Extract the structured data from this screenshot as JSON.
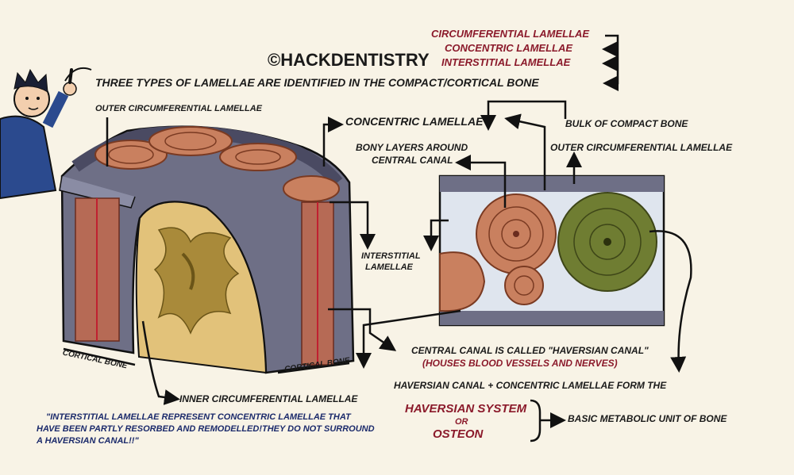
{
  "watermark": "©HACKDENTISTRY",
  "header": {
    "types": [
      "CIRCUMFERENTIAL LAMELLAE",
      "CONCENTRIC LAMELLAE",
      "INTERSTITIAL LAMELLAE"
    ],
    "intro": "THREE TYPES OF LAMELLAE ARE IDENTIFIED IN THE COMPACT/CORTICAL BONE"
  },
  "left_diagram": {
    "outer_circ": "OUTER CIRCUMFERENTIAL LAMELLAE",
    "cortical_left": "CORTICAL BONE",
    "cortical_right": "CORTICAL BONE",
    "inner_circ": "INNER CIRCUMFERENTIAL LAMELLAE"
  },
  "right_diagram": {
    "concentric": "CONCENTRIC LAMELLAE",
    "bulk": "BULK OF COMPACT BONE",
    "bony_layers_1": "BONY LAYERS AROUND",
    "bony_layers_2": "CENTRAL CANAL",
    "outer_circ": "OUTER CIRCUMFERENTIAL LAMELLAE",
    "interstitial_1": "INTERSTITIAL",
    "interstitial_2": "LAMELLAE"
  },
  "central_canal": {
    "line1": "CENTRAL CANAL IS CALLED \"HAVERSIAN CANAL\"",
    "line2": "(HOUSES BLOOD VESSELS AND NERVES)"
  },
  "haversian": {
    "form": "HAVERSIAN CANAL + CONCENTRIC LAMELLAE FORM THE",
    "system": "HAVERSIAN SYSTEM",
    "or": "OR",
    "osteon": "OSTEON",
    "unit": "BASIC METABOLIC UNIT OF BONE"
  },
  "note": {
    "line1": "\"INTERSTITIAL LAMELLAE REPRESENT CONCENTRIC LAMELLAE THAT",
    "line2": "HAVE BEEN PARTLY RESORBED AND REMODELLED!THEY DO NOT SURROUND",
    "line3": "A HAVERSIAN CANAL!!\""
  },
  "colors": {
    "title_red": "#8b1a2b",
    "note_blue": "#1b2a6b",
    "osteon_tan": "#c9805f",
    "osteon_green": "#6f7d32",
    "marrow": "#e2c27a",
    "cortex_gray": "#6e6f86"
  }
}
